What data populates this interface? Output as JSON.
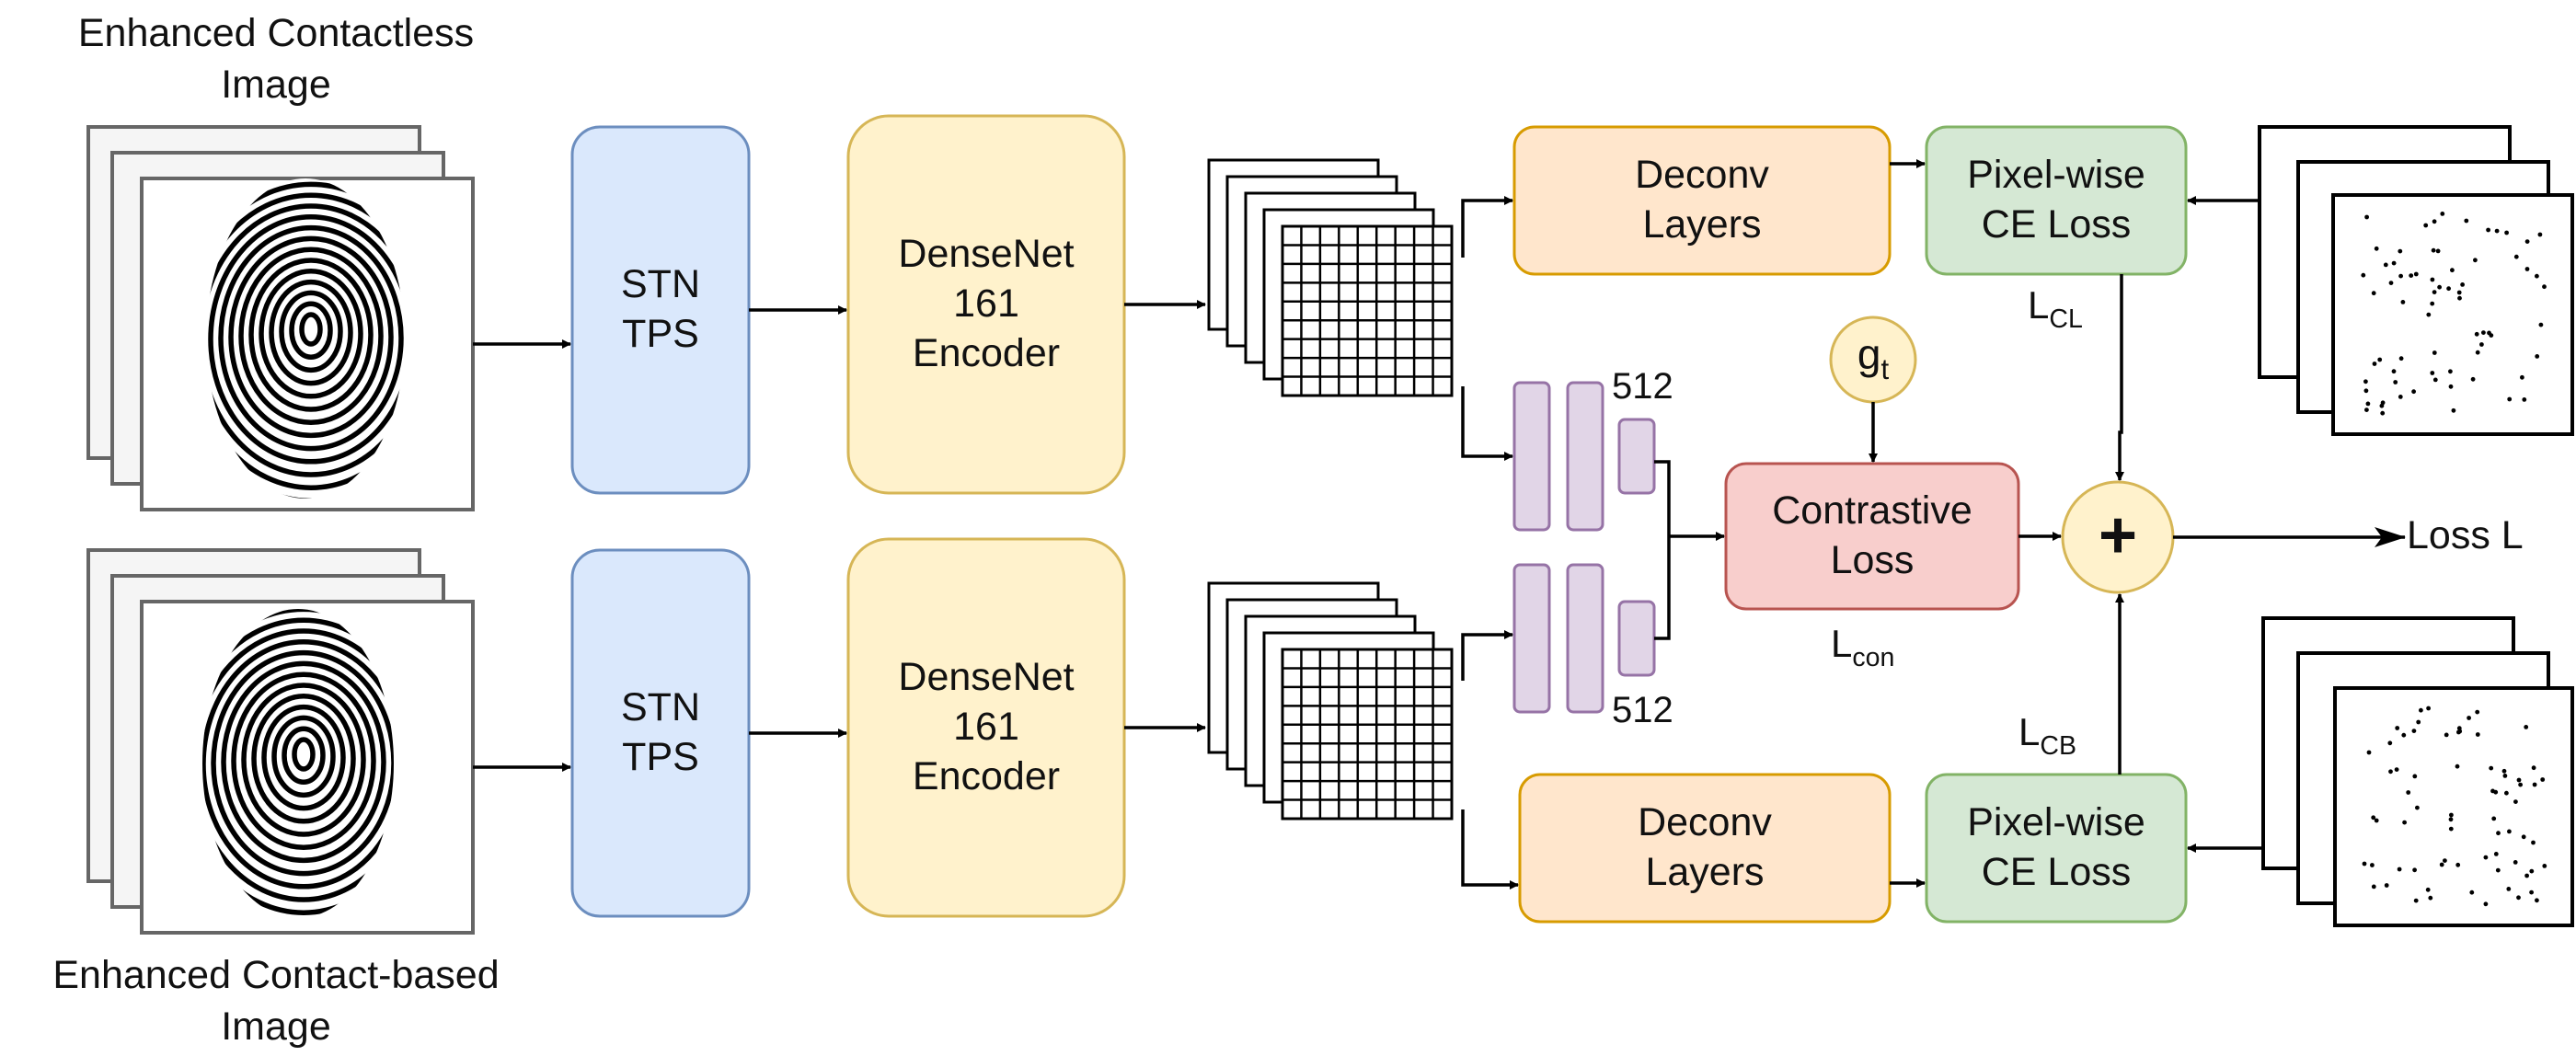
{
  "title_top": {
    "line1": "Enhanced Contactless",
    "line2": "Image"
  },
  "title_bottom": {
    "line1": "Enhanced Contact-based",
    "line2": "Image"
  },
  "stn": {
    "line1": "STN",
    "line2": "TPS"
  },
  "encoder": {
    "line1": "DenseNet",
    "line2": "161",
    "line3": "Encoder"
  },
  "deconv": {
    "line1": "Deconv",
    "line2": "Layers"
  },
  "ce_loss": {
    "line1": "Pixel-wise",
    "line2": "CE Loss"
  },
  "contrastive": {
    "line1": "Contrastive",
    "line2": "Loss"
  },
  "embedding_dim_top": "512",
  "embedding_dim_bottom": "512",
  "gt": {
    "base": "g",
    "sub": "t"
  },
  "l_cl": {
    "base": "L",
    "sub": "CL"
  },
  "l_cb": {
    "base": "L",
    "sub": "CB"
  },
  "l_con": {
    "base": "L",
    "sub": "con"
  },
  "plus": "+",
  "output": "Loss L",
  "colors": {
    "stn_fill": "#dae8fc",
    "stn_stroke": "#6c8ebf",
    "encoder_fill": "#fff2cc",
    "encoder_stroke": "#d6b656",
    "deconv_fill": "#ffe6cc",
    "deconv_stroke": "#d79b00",
    "ce_fill": "#d5e8d4",
    "ce_stroke": "#82b366",
    "contrastive_fill": "#f8cecc",
    "contrastive_stroke": "#b85450",
    "fc_fill": "#e1d5e7",
    "fc_stroke": "#9673a6"
  }
}
